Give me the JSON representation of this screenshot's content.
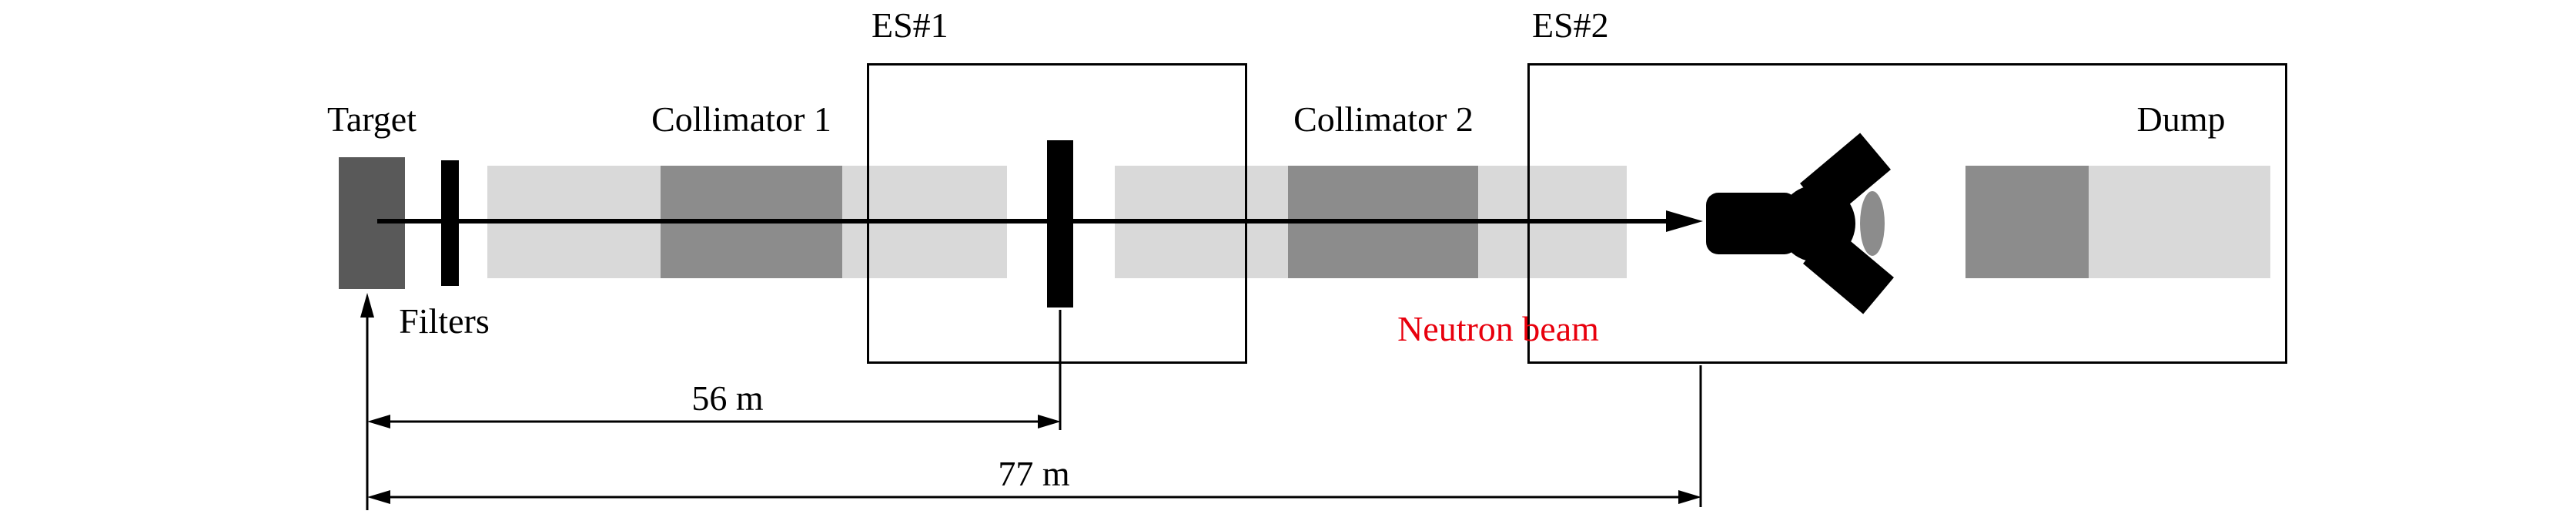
{
  "labels": {
    "target": "Target",
    "filters": "Filters",
    "collimator1": "Collimator 1",
    "es1": "ES#1",
    "collimator2": "Collimator 2",
    "es2": "ES#2",
    "dump": "Dump",
    "neutron_beam": "Neutron beam"
  },
  "dimensions": {
    "target_to_es1": "56 m",
    "target_to_es2": "77 m"
  },
  "colors": {
    "target_fill": "#595959",
    "collimator_fill": "#8c8c8c",
    "tube_fill": "#d9d9d9",
    "dump_inner_fill": "#8c8c8c",
    "dump_outer_fill": "#d9d9d9",
    "detector_cap_fill": "#8c8c8c",
    "beam_label_red": "#e8000d",
    "line_black": "#000000"
  }
}
